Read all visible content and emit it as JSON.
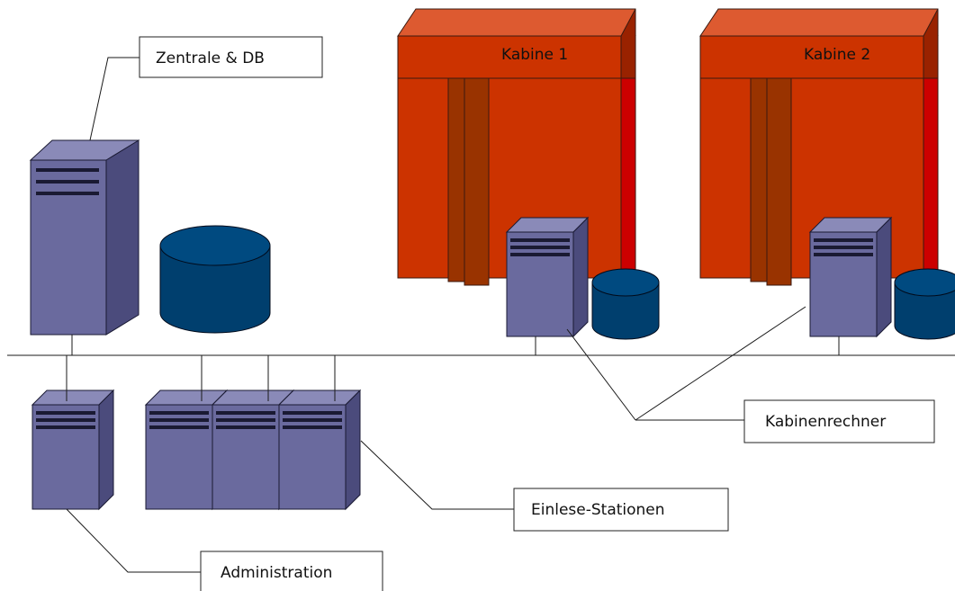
{
  "labels": {
    "central": "Zentrale & DB",
    "cabin1": "Kabine 1",
    "cabin2": "Kabine 2",
    "cabin_computer": "Kabinenrechner",
    "reading_stations": "Einlese-Stationen",
    "administration": "Administration"
  },
  "colors": {
    "server_front": "#6a6a9e",
    "server_side": "#4b4b7c",
    "server_top": "#8a8ab8",
    "database": "#003f6e",
    "cabin_body": "#cc3300",
    "cabin_top": "#dd5a30",
    "cabin_side": "#cc0000",
    "cabin_slot": "#993300"
  }
}
